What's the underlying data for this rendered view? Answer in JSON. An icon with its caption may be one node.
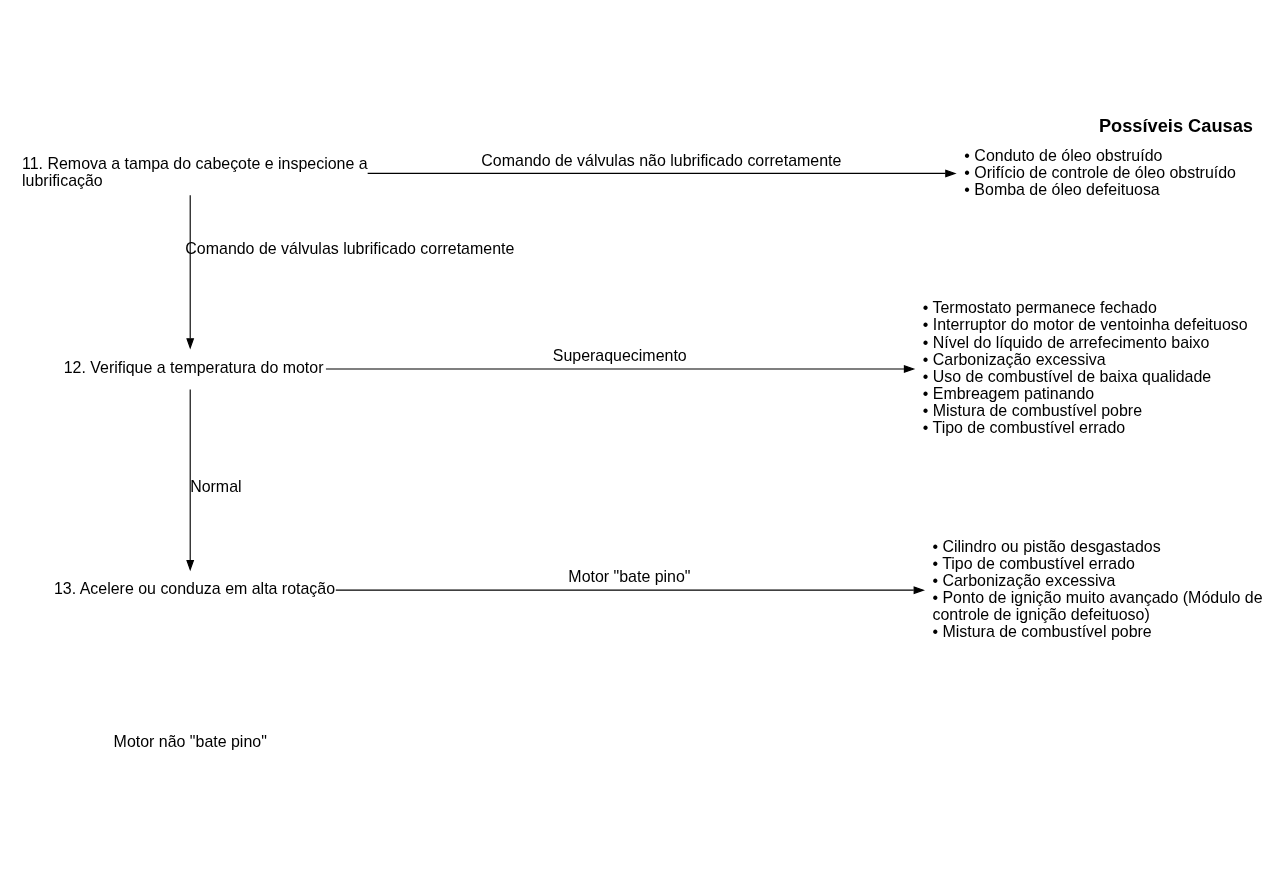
{
  "diagram": {
    "title": "Possíveis Causas",
    "nodes": [
      {
        "text": [
          "11. Remova a tampa do cabeçote e inspecione a lubrificação"
        ]
      },
      {
        "text": [
          "• Conduto de óleo obstruído",
          "• Orifício de controle de óleo obstruído",
          "• Bomba de óleo defeituosa"
        ]
      },
      {
        "text": [
          "12. Verifique a temperatura do motor"
        ]
      },
      {
        "text": [
          "• Termostato permanece fechado",
          "• Interruptor do motor de ventoinha defeituoso",
          "• Nível do líquido de arrefecimento baixo",
          "• Carbonização excessiva",
          "• Uso de combustível de baixa qualidade",
          "• Embreagem patinando",
          "• Mistura de combustível pobre",
          "• Tipo de combustível errado"
        ]
      },
      {
        "text": [
          "13. Acelere ou conduza em alta rotação"
        ]
      },
      {
        "text": [
          "• Cilindro ou pistão desgastados",
          "• Tipo de combustível errado",
          "• Carbonização excessiva",
          "• Ponto de ignição muito avançado (Módulo de controle de ignição defeituoso)",
          "• Mistura de combustível pobre"
        ]
      }
    ],
    "edges": [
      {
        "from": 0,
        "to": 1,
        "arrow": "to",
        "label": "Comando de válvulas não lubrificado corretamente"
      },
      {
        "from": 0,
        "to": 2,
        "arrow": "to",
        "label": "Comando de válvulas lubrificado corretamente"
      },
      {
        "from": 2,
        "to": 3,
        "arrow": "to",
        "label": "Superaquecimento"
      },
      {
        "from": 2,
        "to": 4,
        "arrow": "to",
        "label": "Normal"
      },
      {
        "from": 4,
        "to": 5,
        "arrow": "to",
        "label": "Motor \"bate pino\""
      }
    ],
    "labels": [
      "Motor não \"bate pino\""
    ]
  }
}
